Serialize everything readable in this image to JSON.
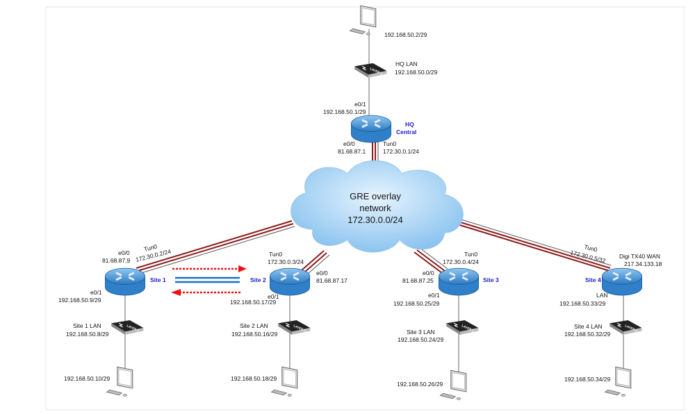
{
  "colors": {
    "tunnel": "#8b1a1a",
    "router": "#3a8fd6",
    "site_label": "#1a1acc",
    "cloud": "#aad4f5",
    "arrow_red": "#ee1111",
    "link_blue": "#1a6fc0"
  },
  "cloud": {
    "line1": "GRE overlay",
    "line2": "network",
    "line3": "172.30.0.0/24"
  },
  "hq": {
    "pc_ip": "192.168.50.2/29",
    "lan_name": "HQ LAN",
    "lan_subnet": "192.168.50.0/29",
    "lan_if": "e0/1",
    "lan_ip": "192.168.50.1/29",
    "name1": "HQ",
    "name2": "Central",
    "wan_if": "e0/0",
    "wan_ip": "81.68.87.1",
    "tun_if": "Tun0",
    "tun_ip": "172.30.0.1/24"
  },
  "sites": [
    {
      "name": "Site 1",
      "wan_if": "e0/0",
      "wan_ip": "81.68.87.9",
      "tun_if": "Tun0",
      "tun_ip": "172.30.0.2/24",
      "lan_if": "e0/1",
      "lan_ip": "192.168.50.9/29",
      "lan_name": "Site 1 LAN",
      "lan_subnet": "192.168.50.8/29",
      "pc_ip": "192.168.50.10/29"
    },
    {
      "name": "Site 2",
      "wan_if": "e0/0",
      "wan_ip": "81.68.87.17",
      "tun_if": "Tun0",
      "tun_ip": "172.30.0.3/24",
      "lan_if": "e0/1",
      "lan_ip": "192.168.50.17/29",
      "lan_name": "Site 2 LAN",
      "lan_subnet": "192.168.50.16/29",
      "pc_ip": "192.168.50.18/29"
    },
    {
      "name": "Site 3",
      "wan_if": "e0/0",
      "wan_ip": "81.68.87.25",
      "tun_if": "Tun0",
      "tun_ip": "172.30.0.4/24",
      "lan_if": "e0/1",
      "lan_ip": "192.168.50.25/29",
      "lan_name": "Site 3 LAN",
      "lan_subnet": "192.168.50.24/29",
      "pc_ip": "192.168.50.26/29"
    },
    {
      "name": "Site 4",
      "wan_if": "Digi TX40 WAN",
      "wan_ip": "217.34.133.18",
      "tun_if": "Tun0",
      "tun_ip": "172.30.0.5/32",
      "lan_if": "LAN",
      "lan_ip": "192.168.50.33/29",
      "lan_name": "Site 4 LAN",
      "lan_subnet": "192.168.50.32/29",
      "pc_ip": "192.168.50.34/29"
    }
  ],
  "switch_label": "LAYER 2"
}
